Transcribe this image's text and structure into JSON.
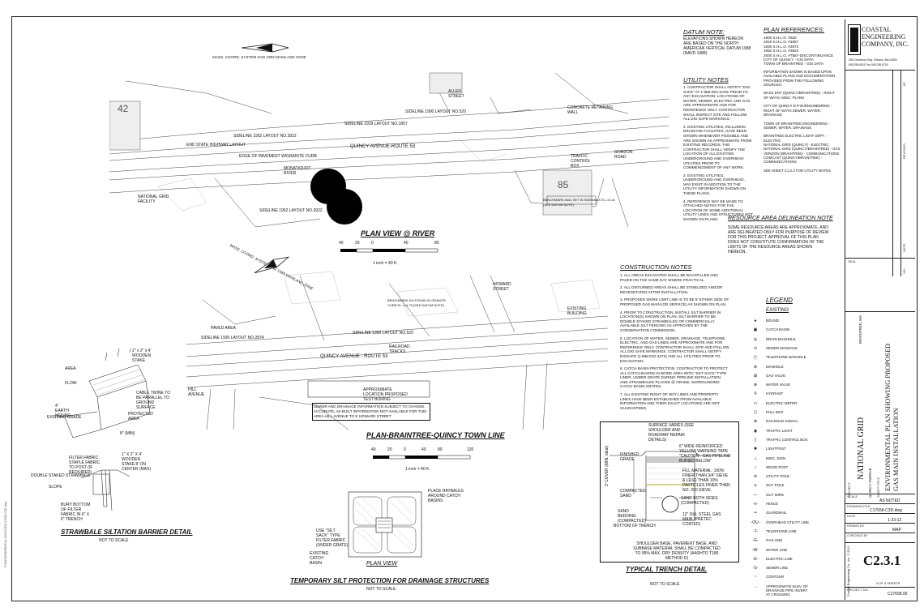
{
  "side_stamp": "P:\\ENGINEERING\\11-1304\\C3D\\C17658-C3D.dwg",
  "plan1": {
    "mass_coord": "MASS. COORD. SYSTEM NAD 1983 MAINLAND ZONE",
    "title": "PLAN VIEW @ RIVER",
    "scale_ticks": [
      "40",
      "20",
      "0",
      "40",
      "80"
    ],
    "scale_text": "1 inch = 40 ft.",
    "labels": {
      "sideline1952": "SIDELINE 1952 LAYOUT NO.3922",
      "sideline1919": "SIDELINE 1919 LAYOUT NO.1857",
      "sideline1900": "SIDELINE 1900 LAYOUT NO.520",
      "end_state": "END STATE HIGHWAY LAYOUT",
      "quincy_ave": "QUINCY AVENUE-ROUTE 53",
      "edge_pavement": "EDGE OF PAVEMENT W/GRANITE CURB",
      "monatiquot": "MONATIQUOT RIVER",
      "national_grid_facility": "NATIONAL GRID FACILITY",
      "benchmark": "BENCHMARK-NAIL SET IN SIDEWALK EL.=8.18 (SEE DATUM NOTE)",
      "allen": "ALLEN STREET",
      "gordon": "GORDON ROAD",
      "number42": "42",
      "number85": "85",
      "traffic_box": "TRAFFIC CONTROL BOX",
      "concrete_wall": "CONCRETE RETAINING WALL"
    }
  },
  "plan2": {
    "mass_coord": "MASS. COORD. SYSTEM NAD 1983 MAINLAND ZONE",
    "title": "PLAN-BRAINTREE-QUINCY TOWN LINE",
    "scale_ticks": [
      "40",
      "20",
      "0",
      "40",
      "80",
      "120"
    ],
    "scale_text": "1 inch = 40 ft.",
    "labels": {
      "sideline1900": "SIDELINE 1900 LAYOUT NO.520",
      "sideline1930": "SIDELINE 1930 LAYOUT NO.2874",
      "quincy_ave": "QUINCY AVENUE - ROUTE 53",
      "howard": "HOWARD STREET",
      "hill_ave": "HILL AVENUE",
      "paved_area": "PAVED AREA",
      "benchmark": "BENCHMARK-DH FOUND IN GRANITE CURB EL.=14.75 (SEE DATUM NOTE)",
      "approx_location": "APPROXIMATE LOCATION PROPOSED TEST BORING",
      "sewer_note": "SEWER AND DRAINAGE INFORMATION SUBJECT TO CHANGE. ACCURATE, AS-BUILT INFORMATION NOT AVAILABLE FOR THIS AREA HILL AVENUE TO E HOWARD STREET",
      "railroad": "RAILROAD TRACKS",
      "existing_building": "EXISTING BUILDING"
    }
  },
  "datum_note": {
    "title": "DATUM NOTE:",
    "text": "ELEVATIONS SHOWN HEREON ARE BASED ON THE NORTH AMERICAN VERTICAL DATUM 1988 (NAVD 1988)"
  },
  "utility_notes": {
    "title": "UTILITY NOTES",
    "items": [
      "1. CONTRACTOR SHALL NOTIFY \"DIG-SAFE\" AT 1-888-DIG-SAFE PRIOR TO ANY EXCAVATION. LOCATIONS OF WATER, SEWER, ELECTRIC AND GAS ARE APPROXIMATE AND FOR REFERENCE ONLY. CONTRACTOR SHALL INSPECT SITE AND FOLLOW ALL DIG-SAFE MARKINGS.",
      "2. EXISTING UTILITIES, INCLUDING DRAINAGE FACILITIES, HAVE BEEN SHOWN WHENEVER POSSIBLE AND ARE SHOWN AS APPROXIMATE FROM EXISTING RECORDS. THE CONTRACTOR SHALL VERIFY THE LOCATION OF ALL EXISTING UNDERGROUND AND OVERHEAD UTILITIES PRIOR TO COMMENCEMENT OF ANY WORK.",
      "3. EXISTING UTILITIES, UNDERGROUND AND OVERHEAD, MAY EXIST IN ADDITION TO THE UTILITY INFORMATION SHOWN ON THESE PLANS.",
      "4. REFERENCE MAY BE MADE TO ATTACHED NOTES FOR THE LOCATION OF SOME ADDITIONAL UTILITY LINES AND STRUCTURES NOT SHOWN ON PLANS."
    ]
  },
  "plan_references": {
    "title": "PLAN REFERENCES:",
    "items": "1900 S.H.L.O. #520\n1919 S.H.L.O. #1857\n1930 S.H.L.O. #2874\n1952 S.H.L.O. #3922\n2000 S.H.L.O. #7587-DISCONTINUANCE\nCITY OF QUINCY - GIS DATA\nTOWN OF BRAINTREE - GIS DATA",
    "sources": "INFORMATION SHOWN IS BASED UPON AVAILABLE PLANS AND DOCUMENTATION PROVIDED FROM THE FOLLOWING SOURCES:\n\nMASS DOT (QUINCY/BRAINTREE) - RIGHT OF WAYS, MISC. PLANS\n\nCITY OF QUINCY D.P.W./ENGINEERING - RIGHT OF WAYS,SEWER, WATER, DRAINAGE\n\nTOWN OF BRAINTREE ENGINEERING - SEWER, WATER, DRAINAGE\n\nBRAINTREE ELECTRIC LIGHT DEPT. - ELECTRIC\nNATIONAL GRID (QUINCY) - ELECTRIC\nNATIONAL GRID (QUINCY/BRAINTREE) - GAS\nVERIZON (BRAINTREE) - COMMUNICATIONS\nCOMCAST (QUINCY/BRAINTREE) - COMMUNICATIONS\n\nSEE SHEET C1.2.2 FOR UTILITY NOTES"
  },
  "resource_note": {
    "title": "RESOURCE AREA DELINEATION NOTE",
    "text": "SOME RESOURCE AREAS ARE APPROXIMATE, AND ARE DELINEATED ONLY FOR PURPOSE OF REVIEW FOR THIS PROJECT. APPROVAL OF THIS PLAN DOES NOT CONSTITUTE CONFIRMATION OF THE LIMITS OF THE RESOURCE AREAS SHOWN HEREON."
  },
  "construction_notes": {
    "title": "CONSTRUCTION NOTES",
    "items": [
      "1. ALL AREAS EXCAVATED SHALL BE BACKFILLED AND PAVED ON THE SAME DAY WHERE PRACTICAL.",
      "2. ALL DISTURBED AREAS SHALL BE STABILIZED AND/OR REVEGETATED AFTER INSTALLATION.",
      "3. PROPOSED WORK LIMIT LINE IS TO BE 8' EITHER SIDE OF PROPOSED GAS MAIN (OR SERVICE) AS SHOWN ON PLAN.",
      "4. PRIOR TO CONSTRUCTION, INSTALL SILT BARRIER IN LOCATION(S) SHOWN ON PLAN. SILT BARRIER TO BE DOUBLE-STAKED STRAWBALES OR COMMERCIALLY AVAILABLE SILT FENCING AS APPROVED BY THE CONSERVATION COMMISSION.",
      "5. LOCATION OF WATER, SEWER, DRAINAGE, TELEPHONE, ELECTRIC, AND GAS LINES ARE APPROXIMATE AND FOR REFERENCE ONLY. CONTRACTOR SHALL SITE AND FOLLOW ALL DIG SAFE MARKINGS. CONTRACTOR SHALL NOTIFY DIGSAFE (1-888-DIG-4272) AND ALL UTILITIES PRIOR TO EXCAVATION.",
      "6. CATCH BASIN PROTECTION: CONTRACTOR TO PROTECT ALL CATCH BASINS IN WORK AREA WITH \"SILT SACK\" TYPE LINER, UNDER GRATE DURING PIPELINE INSTALLATION, AND STRAWBALES PLACED @ GRADE, SURROUNDING CATCH BASIN GRATES.",
      "7. ALL EXISTING RIGHT OF WAY LINES AND PROPERTY LINES HAVE BEEN ESTABLISHED FROM AVAILABLE INFORMATION AND THEIR EXACT LOCATIONS ARE NOT GUARANTEED."
    ]
  },
  "legend": {
    "title": "LEGEND",
    "subtitle": "EXISTING",
    "items": [
      {
        "sym": "●",
        "label": "BOUND"
      },
      {
        "sym": "▣",
        "label": "CATCH BASIN"
      },
      {
        "sym": "◎",
        "label": "DRAIN MANHOLE"
      },
      {
        "sym": "⊙",
        "label": "SEWER MANHOLE"
      },
      {
        "sym": "Ⓣ",
        "label": "TELEPHONE MANHOLE"
      },
      {
        "sym": "⊛",
        "label": "MANHOLE"
      },
      {
        "sym": "⊠",
        "label": "GAS VALVE"
      },
      {
        "sym": "⊗",
        "label": "WATER VALVE"
      },
      {
        "sym": "⚲",
        "label": "HYDRANT"
      },
      {
        "sym": "▭",
        "label": "ELECTRIC METER"
      },
      {
        "sym": "▢",
        "label": "PULL BOX"
      },
      {
        "sym": "⊕",
        "label": "RAILROAD SIGNAL"
      },
      {
        "sym": "◉",
        "label": "TRAFFIC LIGHT"
      },
      {
        "sym": "▯",
        "label": "TRAFFIC CONTROL BOX"
      },
      {
        "sym": "✱",
        "label": "LIGHTPOST"
      },
      {
        "sym": "⊥",
        "label": "MISC. SIGN"
      },
      {
        "sym": "○",
        "label": "WOOD POST"
      },
      {
        "sym": "⊘",
        "label": "UTILITY POLE"
      },
      {
        "sym": "⌀",
        "label": "GUY POLE"
      },
      {
        "sym": "—",
        "label": "GUY WIRE"
      },
      {
        "sym": "-x-",
        "label": "FENCE"
      },
      {
        "sym": "═",
        "label": "GUARDRAIL"
      },
      {
        "sym": "-OU-",
        "label": "OVERHEAD UTILITY LINE"
      },
      {
        "sym": "-T-",
        "label": "TELEPHONE LINE"
      },
      {
        "sym": "-G-",
        "label": "GAS LINE"
      },
      {
        "sym": "-W-",
        "label": "WATER LINE"
      },
      {
        "sym": "-E-",
        "label": "ELECTRIC LINE"
      },
      {
        "sym": "-S-",
        "label": "SEWER LINE"
      },
      {
        "sym": "~",
        "label": "CONTOUR"
      },
      {
        "sym": "→",
        "label": "APPROXIMATE ELEV. OF DRAINAGE PIPE INVERT AT CROSSING"
      }
    ]
  },
  "strawbale": {
    "title": "STRAWBALE SILTATION BARRIER DETAIL",
    "nts": "NOT TO SCALE",
    "labels": {
      "stake": "2\" x 2\" x 4' WOODEN STAKE",
      "area": "AREA",
      "flow": "FLOW",
      "cable": "CABLE TWINE TO BE PARALLEL TO GROUND SURFACE",
      "earth": "4\" EARTH MOUND",
      "existing": "EXISTING GRADE",
      "protected": "PROTECTED AREA",
      "min": "8\" (MIN)",
      "filter": "FILTER FABRIC STAPLE FABRIC TO POST (IF REQUIRED)",
      "wooden": "1\" X 2\" X 4' WOODEN STAKE 8' ON CENTER (MAX)",
      "double": "DOUBLE STAKED STRAWBALE",
      "slope": "SLOPE",
      "bury": "BURY BOTTOM OF FILTER FABRIC IN 6\" X 6\" TRENCH"
    }
  },
  "silt": {
    "title": "TEMPORARY SILT PROTECTION FOR DRAINAGE STRUCTURES",
    "nts": "NOT TO SCALE",
    "plan_view": "PLAN VIEW",
    "place": "PLACE HAYBALES AROUND CATCH BASINS",
    "use": "USE \"SILT SACK\" TYPE FILTER FABRIC (UNDER GRATE)",
    "existing_cb": "EXISTING CATCH BASIN"
  },
  "trench": {
    "title": "TYPICAL TRENCH DETAIL",
    "nts": "NOT TO SCALE",
    "surface": "SURFACE VARIES (SEE SHOULDER AND ROADWAY REPAIR DETAILS)",
    "finished": "FINISHED GRADE",
    "warning": "6\" WIDE REINFORCED YELLOW WARNING TAPE \"CAUTION - GAS PIPELINE BURIED BELOW\"",
    "fill": "FILL MATERIAL: 100% FINER THAN 3/4\" SIEVE & LESS THAN 10% PARTICLES FINER THAN NO. 200 SIEVE.",
    "compacted": "COMPACTED SAND",
    "sand_both": "SAND BOTH SIDES (COMPACTED)",
    "bedding": "SAND BEDDING (COMPACTED)",
    "pipe": "12\" DIA. STEEL GAS MAIN (PRETEC COATED)",
    "bottom": "BOTTOM OF TRENCH",
    "cover": "3' COVER (MIN. ideal)",
    "shoulder": "SHOULDER BASE, PAVEMENT BASE, AND SUBBASE MATERIAL SHALL BE COMPACTED TO 95% MAX. DRY DENSITY (AASHTO T180 METHOD D)"
  },
  "titleblock": {
    "company1": "COASTAL",
    "company2": "ENGINEERING",
    "company3": "COMPANY, INC.",
    "address": "260 Cranberry Hwy. Orleans, MA 02653",
    "phone": "508.255.6511  Fax 508.255.6700",
    "rev_label": "REVISION",
    "by_label": "BY",
    "date_label": "DATE",
    "no_label": "NO.",
    "seal_label": "SEAL",
    "project_label": "PROJECT",
    "client": "NATIONAL GRID",
    "location": "BRAINTREE, MA",
    "sheet_title": "ENVIRONMENTAL PLAN SHOWING PROPOSED GAS MAIN INSTALLATION",
    "street": "QUINCY AVENUE",
    "sheet_title_label": "SHEET TITLE",
    "scale_label": "SCALE",
    "scale_value": "AS NOTED",
    "file_label": "DRAWING FILE",
    "file_value": "C17658-C3D.dwg",
    "date_key": "DATE",
    "date_value": "1-23-12",
    "drawn_label": "DRAWN BY",
    "drawn_value": "MAP",
    "checked_label": "CHECKED BY",
    "checked_value": "",
    "copyright": "Coastal Engineering Co., Inc. © 2012",
    "sheet_no": "C2.3.1",
    "sheet_of": "4 OF 4 SHEETS",
    "project_no_label": "PROJECT NO.",
    "project_no": "C17658.00"
  }
}
